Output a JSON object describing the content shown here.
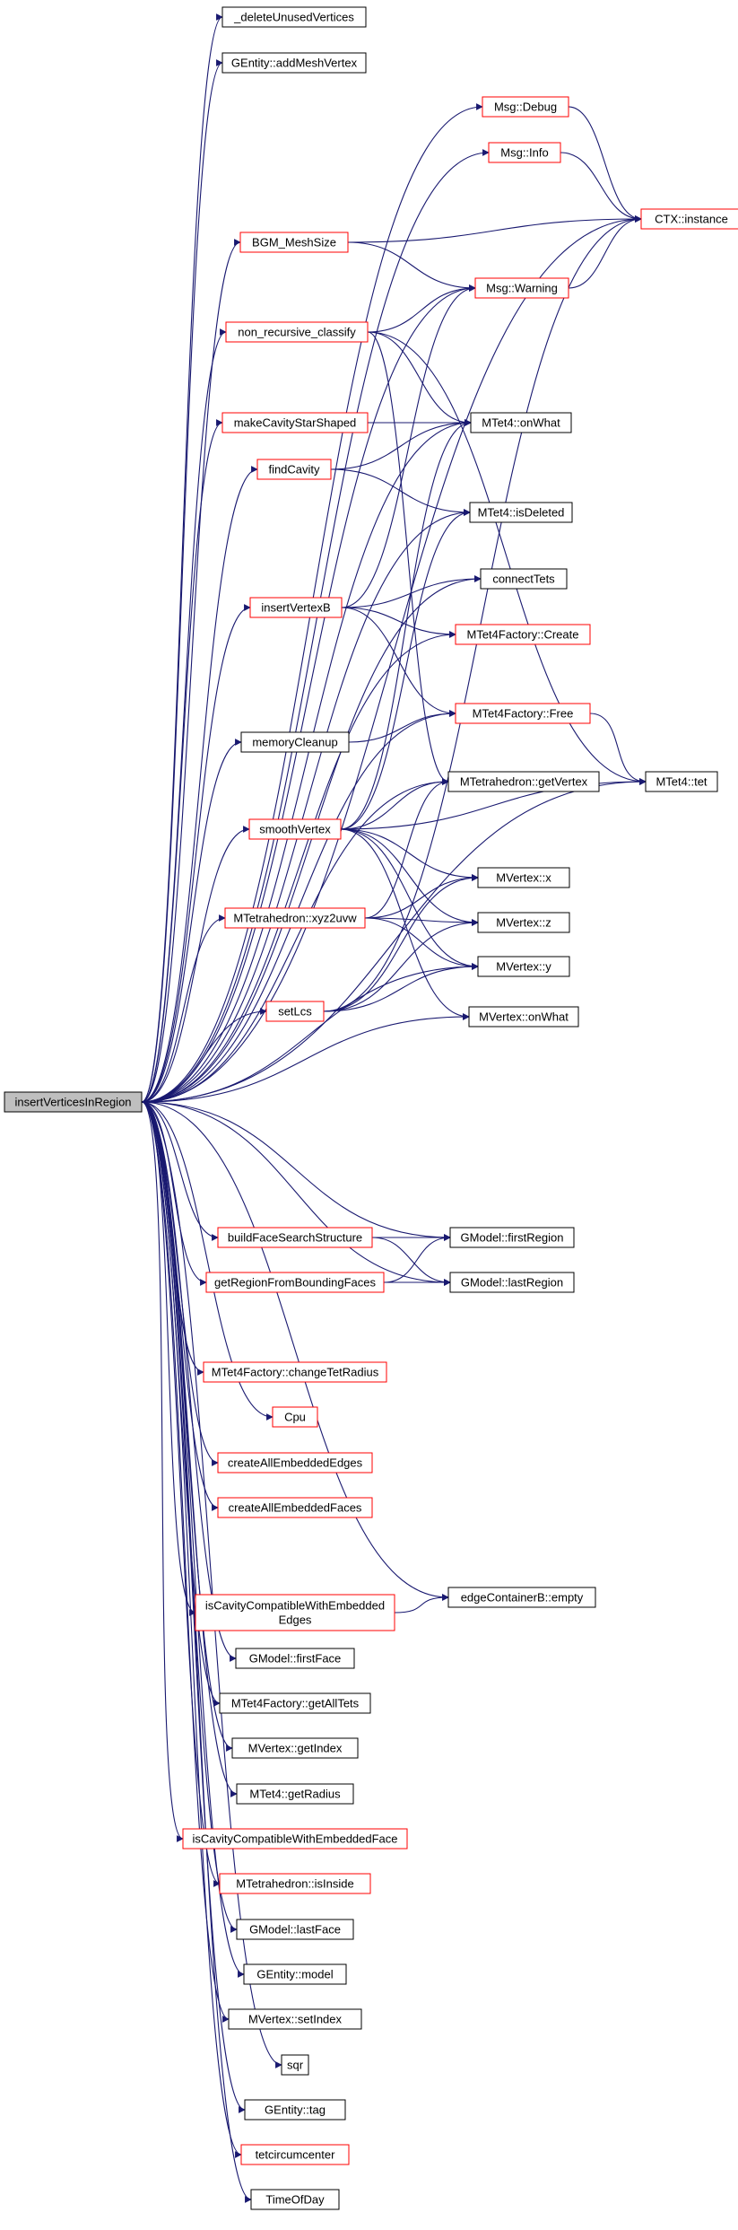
{
  "graph": {
    "root": "insertVerticesInRegion",
    "colors": {
      "edge": "#191970",
      "node_border_plain": "#000000",
      "node_border_linked": "#ff0000",
      "root_fill": "#bfbfbf"
    },
    "nodes": [
      {
        "id": "n0",
        "label": "insertVerticesInRegion",
        "kind": "root"
      },
      {
        "id": "n1",
        "label": "_deleteUnusedVertices",
        "kind": "plain"
      },
      {
        "id": "n2",
        "label": "GEntity::addMeshVertex",
        "kind": "plain"
      },
      {
        "id": "n3",
        "label": "Msg::Debug",
        "kind": "linked"
      },
      {
        "id": "n4",
        "label": "Msg::Info",
        "kind": "linked"
      },
      {
        "id": "n5",
        "label": "CTX::instance",
        "kind": "linked"
      },
      {
        "id": "n6",
        "label": "BGM_MeshSize",
        "kind": "linked"
      },
      {
        "id": "n7",
        "label": "Msg::Warning",
        "kind": "linked"
      },
      {
        "id": "n8",
        "label": "non_recursive_classify",
        "kind": "linked"
      },
      {
        "id": "n9",
        "label": "makeCavityStarShaped",
        "kind": "linked"
      },
      {
        "id": "n10",
        "label": "MTet4::onWhat",
        "kind": "plain"
      },
      {
        "id": "n11",
        "label": "findCavity",
        "kind": "linked"
      },
      {
        "id": "n12",
        "label": "MTet4::isDeleted",
        "kind": "plain"
      },
      {
        "id": "n13",
        "label": "connectTets",
        "kind": "plain"
      },
      {
        "id": "n14",
        "label": "insertVertexB",
        "kind": "linked"
      },
      {
        "id": "n15",
        "label": "MTet4Factory::Create",
        "kind": "linked"
      },
      {
        "id": "n16",
        "label": "MTet4Factory::Free",
        "kind": "linked"
      },
      {
        "id": "n17",
        "label": "memoryCleanup",
        "kind": "plain"
      },
      {
        "id": "n18",
        "label": "MTetrahedron::getVertex",
        "kind": "plain"
      },
      {
        "id": "n19",
        "label": "MTet4::tet",
        "kind": "plain"
      },
      {
        "id": "n20",
        "label": "smoothVertex",
        "kind": "linked"
      },
      {
        "id": "n21",
        "label": "MVertex::x",
        "kind": "plain"
      },
      {
        "id": "n22",
        "label": "MTetrahedron::xyz2uvw",
        "kind": "linked"
      },
      {
        "id": "n23",
        "label": "MVertex::z",
        "kind": "plain"
      },
      {
        "id": "n24",
        "label": "MVertex::y",
        "kind": "plain"
      },
      {
        "id": "n25",
        "label": "setLcs",
        "kind": "linked"
      },
      {
        "id": "n26",
        "label": "MVertex::onWhat",
        "kind": "plain"
      },
      {
        "id": "n27",
        "label": "buildFaceSearchStructure",
        "kind": "linked"
      },
      {
        "id": "n28",
        "label": "GModel::firstRegion",
        "kind": "plain"
      },
      {
        "id": "n29",
        "label": "getRegionFromBoundingFaces",
        "kind": "linked"
      },
      {
        "id": "n30",
        "label": "GModel::lastRegion",
        "kind": "plain"
      },
      {
        "id": "n31",
        "label": "MTet4Factory::changeTetRadius",
        "kind": "linked"
      },
      {
        "id": "n32",
        "label": "Cpu",
        "kind": "linked"
      },
      {
        "id": "n33",
        "label": "createAllEmbeddedEdges",
        "kind": "linked"
      },
      {
        "id": "n34",
        "label": "createAllEmbeddedFaces",
        "kind": "linked"
      },
      {
        "id": "n35",
        "label": "edgeContainerB::empty",
        "kind": "plain"
      },
      {
        "id": "n36",
        "label": [
          "isCavityCompatibleWithEmbedded",
          "Edges"
        ],
        "kind": "linked"
      },
      {
        "id": "n37",
        "label": "GModel::firstFace",
        "kind": "plain"
      },
      {
        "id": "n38",
        "label": "MTet4Factory::getAllTets",
        "kind": "plain"
      },
      {
        "id": "n39",
        "label": "MVertex::getIndex",
        "kind": "plain"
      },
      {
        "id": "n40",
        "label": "MTet4::getRadius",
        "kind": "plain"
      },
      {
        "id": "n41",
        "label": "isCavityCompatibleWithEmbeddedFace",
        "kind": "linked"
      },
      {
        "id": "n42",
        "label": "MTetrahedron::isInside",
        "kind": "linked"
      },
      {
        "id": "n43",
        "label": "GModel::lastFace",
        "kind": "plain"
      },
      {
        "id": "n44",
        "label": "GEntity::model",
        "kind": "plain"
      },
      {
        "id": "n45",
        "label": "MVertex::setIndex",
        "kind": "plain"
      },
      {
        "id": "n46",
        "label": "sqr",
        "kind": "plain"
      },
      {
        "id": "n47",
        "label": "GEntity::tag",
        "kind": "plain"
      },
      {
        "id": "n48",
        "label": "tetcircumcenter",
        "kind": "linked"
      },
      {
        "id": "n49",
        "label": "TimeOfDay",
        "kind": "plain"
      }
    ],
    "edges": [
      [
        "n0",
        "n1"
      ],
      [
        "n0",
        "n2"
      ],
      [
        "n0",
        "n3"
      ],
      [
        "n0",
        "n4"
      ],
      [
        "n0",
        "n5"
      ],
      [
        "n0",
        "n6"
      ],
      [
        "n0",
        "n7"
      ],
      [
        "n0",
        "n8"
      ],
      [
        "n0",
        "n9"
      ],
      [
        "n0",
        "n10"
      ],
      [
        "n0",
        "n11"
      ],
      [
        "n0",
        "n12"
      ],
      [
        "n0",
        "n13"
      ],
      [
        "n0",
        "n14"
      ],
      [
        "n0",
        "n15"
      ],
      [
        "n0",
        "n16"
      ],
      [
        "n0",
        "n17"
      ],
      [
        "n0",
        "n18"
      ],
      [
        "n0",
        "n19"
      ],
      [
        "n0",
        "n20"
      ],
      [
        "n0",
        "n22"
      ],
      [
        "n0",
        "n24"
      ],
      [
        "n0",
        "n25"
      ],
      [
        "n0",
        "n26"
      ],
      [
        "n0",
        "n27"
      ],
      [
        "n0",
        "n28"
      ],
      [
        "n0",
        "n29"
      ],
      [
        "n0",
        "n30"
      ],
      [
        "n0",
        "n31"
      ],
      [
        "n0",
        "n32"
      ],
      [
        "n0",
        "n33"
      ],
      [
        "n0",
        "n34"
      ],
      [
        "n0",
        "n35"
      ],
      [
        "n0",
        "n36"
      ],
      [
        "n0",
        "n37"
      ],
      [
        "n0",
        "n38"
      ],
      [
        "n0",
        "n39"
      ],
      [
        "n0",
        "n40"
      ],
      [
        "n0",
        "n41"
      ],
      [
        "n0",
        "n42"
      ],
      [
        "n0",
        "n43"
      ],
      [
        "n0",
        "n44"
      ],
      [
        "n0",
        "n45"
      ],
      [
        "n0",
        "n46"
      ],
      [
        "n0",
        "n47"
      ],
      [
        "n0",
        "n48"
      ],
      [
        "n0",
        "n49"
      ],
      [
        "n3",
        "n5"
      ],
      [
        "n4",
        "n5"
      ],
      [
        "n6",
        "n5"
      ],
      [
        "n6",
        "n7"
      ],
      [
        "n7",
        "n5"
      ],
      [
        "n8",
        "n7"
      ],
      [
        "n8",
        "n10"
      ],
      [
        "n8",
        "n18"
      ],
      [
        "n8",
        "n19"
      ],
      [
        "n9",
        "n10"
      ],
      [
        "n11",
        "n10"
      ],
      [
        "n11",
        "n12"
      ],
      [
        "n14",
        "n7"
      ],
      [
        "n14",
        "n13"
      ],
      [
        "n14",
        "n15"
      ],
      [
        "n14",
        "n16"
      ],
      [
        "n16",
        "n19"
      ],
      [
        "n17",
        "n16"
      ],
      [
        "n20",
        "n10"
      ],
      [
        "n20",
        "n12"
      ],
      [
        "n20",
        "n18"
      ],
      [
        "n20",
        "n19"
      ],
      [
        "n20",
        "n21"
      ],
      [
        "n20",
        "n23"
      ],
      [
        "n20",
        "n24"
      ],
      [
        "n20",
        "n26"
      ],
      [
        "n22",
        "n18"
      ],
      [
        "n22",
        "n21"
      ],
      [
        "n22",
        "n23"
      ],
      [
        "n22",
        "n24"
      ],
      [
        "n25",
        "n5"
      ],
      [
        "n25",
        "n21"
      ],
      [
        "n25",
        "n23"
      ],
      [
        "n25",
        "n24"
      ],
      [
        "n27",
        "n28"
      ],
      [
        "n27",
        "n30"
      ],
      [
        "n29",
        "n28"
      ],
      [
        "n29",
        "n30"
      ],
      [
        "n36",
        "n35"
      ]
    ]
  }
}
